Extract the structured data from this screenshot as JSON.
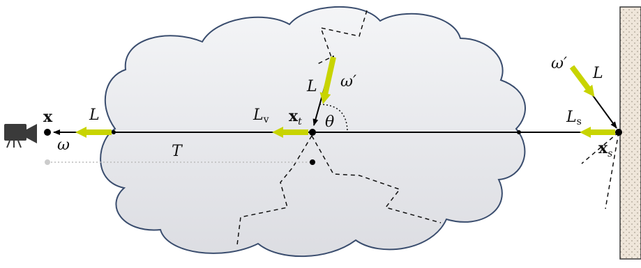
{
  "labels": {
    "camera_point": "x",
    "camera_direction": "ω",
    "radiance_out": "L",
    "transmittance": "T",
    "volume_radiance": "L",
    "volume_radiance_sub": "v",
    "medium_point": "x",
    "medium_point_sub": "t",
    "incident_radiance": "L",
    "incident_direction": "ω′",
    "angle": "θ",
    "surface_radiance": "L",
    "surface_radiance_sub": "s",
    "surface_point": "x",
    "surface_point_sub": "s",
    "surface_incident_radiance": "L",
    "surface_incident_direction": "ω′"
  },
  "colors": {
    "cloud_fill": "#e9eaee",
    "cloud_stroke": "#3a4d6e",
    "arrow_yellow": "#c8d400",
    "line": "#000000",
    "wall_fill": "#ede3d6"
  }
}
